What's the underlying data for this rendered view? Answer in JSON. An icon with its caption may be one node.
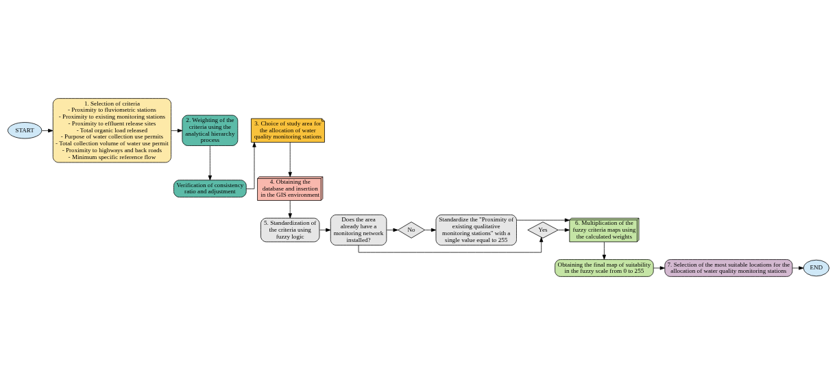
{
  "diagram": {
    "nodes": [
      {
        "text": [
          "START"
        ]
      },
      {
        "text": [
          "1. Selection of criteria",
          "- Proximity to fluviometric stations",
          "- Proximity to existing monitoring stations",
          "- Proximity to effluent release sites",
          "- Total organic load released",
          "- Purpose of water collection use permits",
          "- Total collection volume of water use permit",
          "- Proximity to highways and back roads",
          "- Minimum specific reference flow"
        ]
      },
      {
        "text": [
          "2. Weighting of the criteria using the analytical hierarchy process"
        ]
      },
      {
        "text": [
          "Verification of consistency ratio and adjustment"
        ]
      },
      {
        "text": [
          "3. Choice of study area for the allocation of water quality monitoring stations"
        ]
      },
      {
        "text": [
          "4. Obtaining the database and insertion in the GIS environment"
        ]
      },
      {
        "text": [
          "5. Standardization of the criteria using fuzzy logic"
        ]
      },
      {
        "text": [
          "Does the area already have a monitoring network installed?"
        ]
      },
      {
        "text": [
          "Yes"
        ]
      },
      {
        "text": [
          "No"
        ]
      },
      {
        "text": [
          "Standardize the \"Proximity of existing qualitative monitoring stations\" with a single value equal to 255"
        ]
      },
      {
        "text": [
          "6. Multiplication of the fuzzy criteria maps using the calculated weights"
        ]
      },
      {
        "text": [
          "Obtaining the final map of suitability in the fuzzy scale from 0 to 255"
        ]
      },
      {
        "text": [
          "7. Selection of the most suitable locations for the allocation of water quality monitoring stations"
        ]
      },
      {
        "text": [
          "END"
        ]
      }
    ],
    "edges": [
      {
        "from": 0,
        "to": 1,
        "arrow": "to"
      },
      {
        "from": 1,
        "to": 2,
        "arrow": "to"
      },
      {
        "from": 2,
        "to": 3,
        "arrow": "to"
      },
      {
        "from": 3,
        "to": 4,
        "arrow": "to"
      },
      {
        "from": 4,
        "to": 5,
        "arrow": "to"
      },
      {
        "from": 5,
        "to": 6,
        "arrow": "to"
      },
      {
        "from": 6,
        "to": 7,
        "arrow": "to"
      },
      {
        "from": 7,
        "to": 8,
        "arrow": "to"
      },
      {
        "from": 7,
        "to": 9,
        "arrow": "to"
      },
      {
        "from": 8,
        "to": 11,
        "arrow": "to"
      },
      {
        "from": 9,
        "to": 10,
        "arrow": "to"
      },
      {
        "from": 10,
        "to": 11,
        "arrow": "to"
      },
      {
        "from": 11,
        "to": 12,
        "arrow": "to"
      },
      {
        "from": 12,
        "to": 13,
        "arrow": "to"
      },
      {
        "from": 13,
        "to": 14,
        "arrow": "to"
      }
    ]
  }
}
